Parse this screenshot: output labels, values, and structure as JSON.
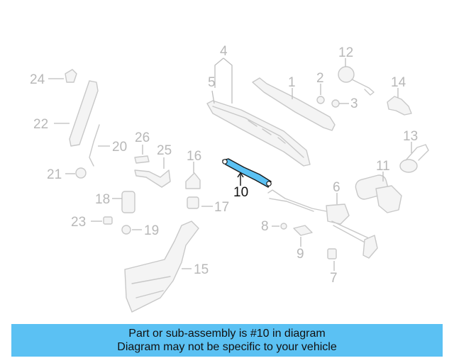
{
  "callouts": {
    "c1": "1",
    "c2": "2",
    "c3": "3",
    "c4": "4",
    "c5": "5",
    "c6": "6",
    "c7": "7",
    "c8": "8",
    "c9": "9",
    "c10": "10",
    "c11": "11",
    "c12": "12",
    "c13": "13",
    "c14": "14",
    "c15": "15",
    "c16": "16",
    "c17": "17",
    "c18": "18",
    "c19": "19",
    "c20": "20",
    "c21": "21",
    "c22": "22",
    "c23": "23",
    "c24": "24",
    "c25": "25",
    "c26": "26"
  },
  "banner": {
    "line1": "Part or sub-assembly is #10 in diagram",
    "line2": "Diagram may not be specific to your vehicle"
  },
  "colors": {
    "highlight_part": "#5bc1f3",
    "banner_background": "#5bc1f3",
    "faded_part": "#c8c8c8"
  }
}
